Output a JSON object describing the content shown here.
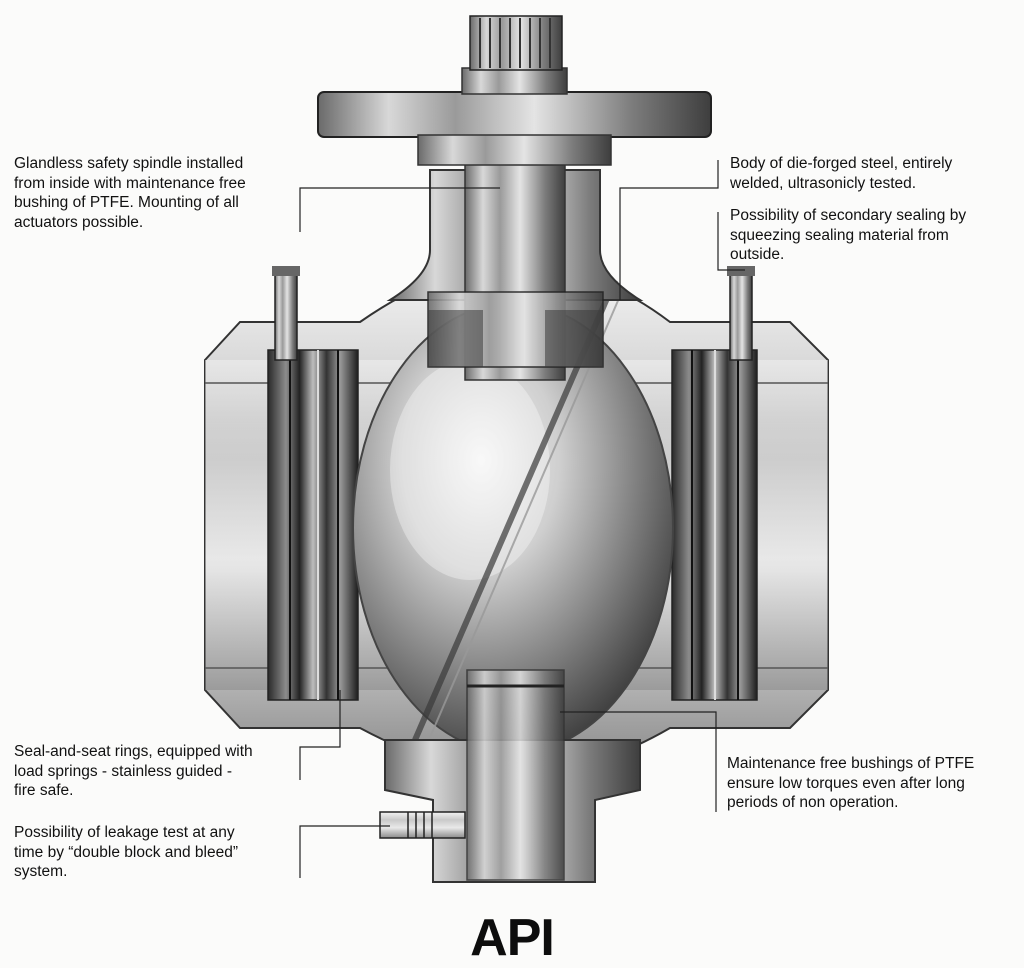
{
  "callouts": {
    "spindle": "Glandless safety spindle installed\nfrom inside with maintenance free\nbushing of PTFE. Mounting of all\nactuators possible.",
    "body": "Body of die-forged steel, entirely\nwelded, ultrasonicly tested.",
    "secondary_sealing": "Possibility of secondary sealing by\nsqueezing sealing material from\noutside.",
    "seat_rings": "Seal-and-seat rings, equipped with\nload springs - stainless guided -\nfire safe.",
    "leakage_test": "Possibility of leakage test at any\ntime by “double block and bleed”\nsystem.",
    "bushings": "Maintenance free bushings of PTFE\nensure low torques even after long\nperiods of non operation."
  },
  "brand": "API"
}
